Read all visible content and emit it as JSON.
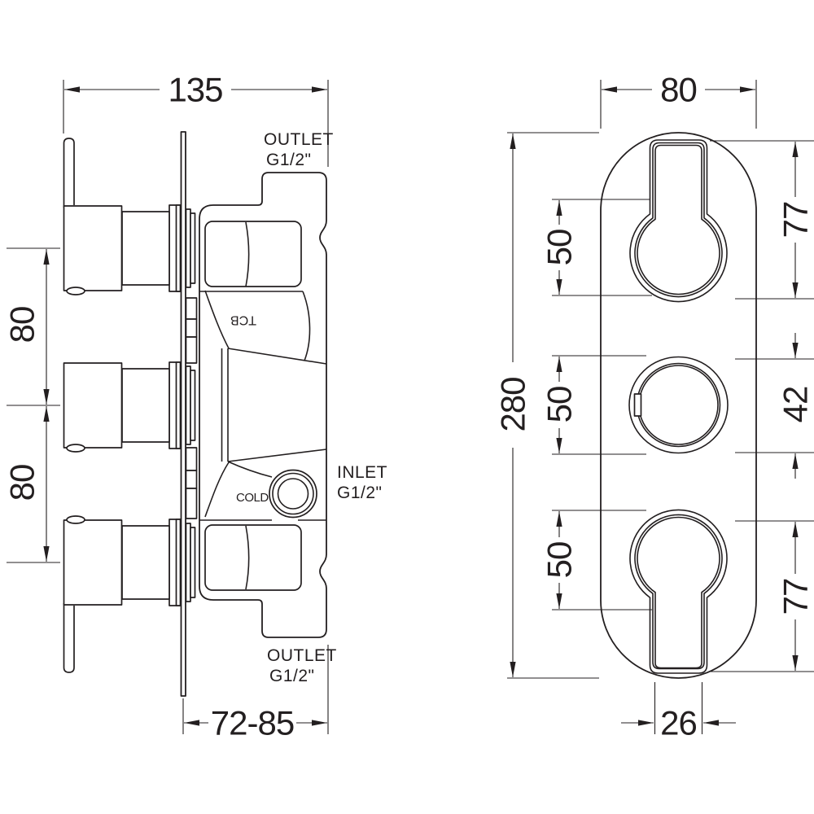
{
  "colors": {
    "line": "#231f20",
    "background": "#ffffff"
  },
  "side_view": {
    "dims": {
      "overall_width": "135",
      "handle_spacing_upper": "80",
      "handle_spacing_lower": "80",
      "recess_depth_range": "72-85"
    },
    "labels": {
      "outlet_top_1": "OUTLET",
      "outlet_top_2": "G1/2\"",
      "inlet_1": "INLET",
      "inlet_2": "G1/2\"",
      "outlet_bottom_1": "OUTLET",
      "outlet_bottom_2": "G1/2\"",
      "tcb": "TCB",
      "cold": "COLD"
    }
  },
  "front_view": {
    "dims": {
      "plate_width": "80",
      "plate_height": "280",
      "top_keyhole_length": "77",
      "top_hole": "50",
      "middle_hole": "50",
      "middle_gap": "42",
      "bottom_hole": "50",
      "bottom_keyhole_length": "77",
      "slot_width": "26"
    }
  }
}
